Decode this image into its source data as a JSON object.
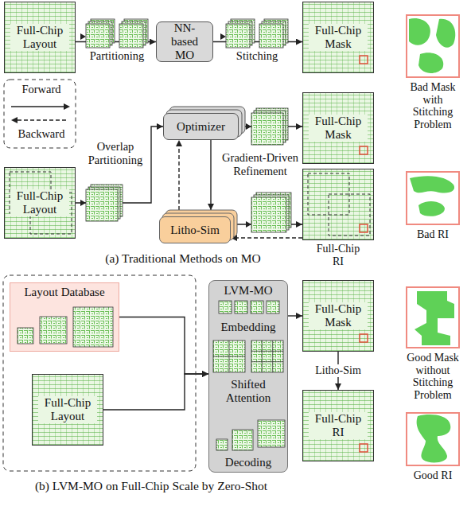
{
  "diagram": {
    "nodes": [
      {
        "text": [
          "Full-Chip Layout"
        ]
      },
      {
        "text": [
          "NN-based MO"
        ]
      },
      {
        "text": [
          "Full-Chip Mask"
        ]
      },
      {
        "text": [
          "Bad Mask with Stitching Problem"
        ]
      },
      {
        "text": [
          "Optimizer"
        ]
      },
      {
        "text": [
          "Full-Chip Mask"
        ]
      },
      {
        "text": [
          "Full-Chip Layout"
        ]
      },
      {
        "text": [
          "Litho-Sim"
        ]
      },
      {
        "text": [
          "Full-Chip RI"
        ]
      },
      {
        "text": [
          "Bad RI"
        ]
      },
      {
        "text": [
          "Layout Database"
        ]
      },
      {
        "text": [
          "LVM-MO",
          "Embedding",
          "Shifted Attention",
          "Decoding"
        ]
      },
      {
        "text": [
          "Full-Chip Mask"
        ]
      },
      {
        "text": [
          "Good Mask without Stitching Problem"
        ]
      },
      {
        "text": [
          "Full-Chip Layout"
        ]
      },
      {
        "text": [
          "Full-Chip RI"
        ]
      },
      {
        "text": [
          "Good RI"
        ]
      }
    ],
    "edges": [
      {
        "from": 0,
        "to": 1,
        "arrow": "to"
      },
      {
        "from": 1,
        "to": 2,
        "arrow": "to"
      },
      {
        "from": 6,
        "to": 4,
        "arrow": "to"
      },
      {
        "from": 4,
        "to": 5,
        "arrow": "to"
      },
      {
        "from": 4,
        "to": 7,
        "arrow": "to"
      },
      {
        "from": 7,
        "to": 4,
        "arrow": "to"
      },
      {
        "from": 7,
        "to": 8,
        "arrow": "to"
      },
      {
        "from": 8,
        "to": 7,
        "arrow": "to"
      },
      {
        "from": 10,
        "to": 11,
        "arrow": "to"
      },
      {
        "from": 14,
        "to": 11,
        "arrow": "to"
      },
      {
        "from": 11,
        "to": 12,
        "arrow": "to"
      },
      {
        "from": 12,
        "to": 15,
        "label": "Litho-Sim",
        "arrow": "to"
      }
    ],
    "labels": [
      "Partitioning",
      "Stitching",
      "Overlap Partitioning",
      "Gradient-Driven Refinement",
      "(a) Traditional Methods on MO",
      "(b) LVM-MO on Full-Chip Scale by Zero-Shot"
    ],
    "legend": [
      {
        "text": "Forward"
      },
      {
        "text": "Backward"
      }
    ]
  }
}
